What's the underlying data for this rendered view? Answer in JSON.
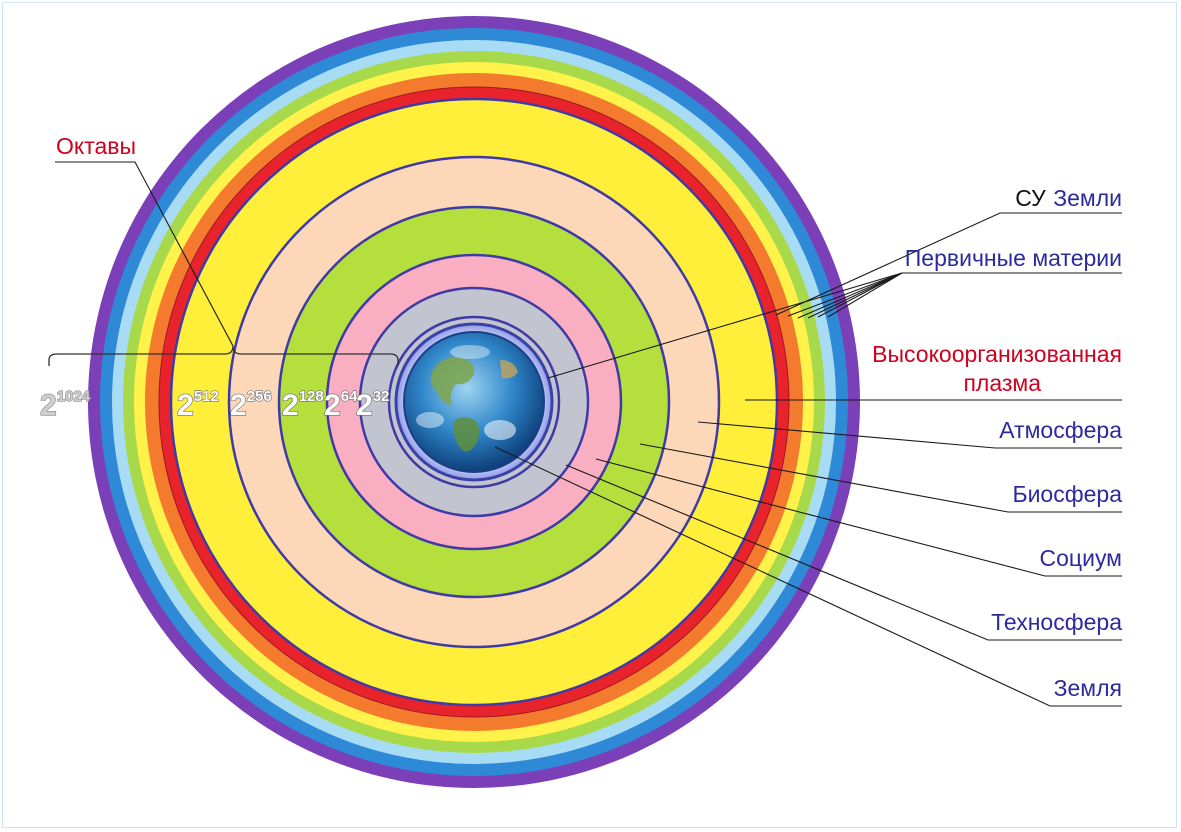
{
  "colors": {
    "rings_outer_to_inner": [
      "#7b3fb8",
      "#2e8ad6",
      "#a8dcf4",
      "#a8d94a",
      "#fff24a",
      "#f47a2e",
      "#e8232c",
      "#ffee3a",
      "#fcd8b8",
      "#b4df3c",
      "#f9aec2",
      "#c2c5cf",
      "#3a42a8",
      "#c8cef4"
    ],
    "ring_line": "#3f3aa6",
    "label_blue": "#2d2b9c",
    "label_red": "#d0001e"
  },
  "icons": {
    "center": "earth-globe-icon"
  },
  "labels": {
    "octaves": "Октавы",
    "su_prefix": "СУ",
    "su_earth": "Земли",
    "primary_matter": "Первичные материи",
    "plasma_line1": "Высокоорганизованная",
    "plasma_line2": "плазма",
    "atmosphere": "Атмосфера",
    "biosphere": "Биосфера",
    "society": "Социум",
    "technosphere": "Техносфера",
    "earth": "Земля"
  },
  "octaves": [
    {
      "base": "2",
      "exp": "1024"
    },
    {
      "base": "2",
      "exp": "512"
    },
    {
      "base": "2",
      "exp": "256"
    },
    {
      "base": "2",
      "exp": "128"
    },
    {
      "base": "2",
      "exp": "64"
    },
    {
      "base": "2",
      "exp": "32"
    }
  ]
}
